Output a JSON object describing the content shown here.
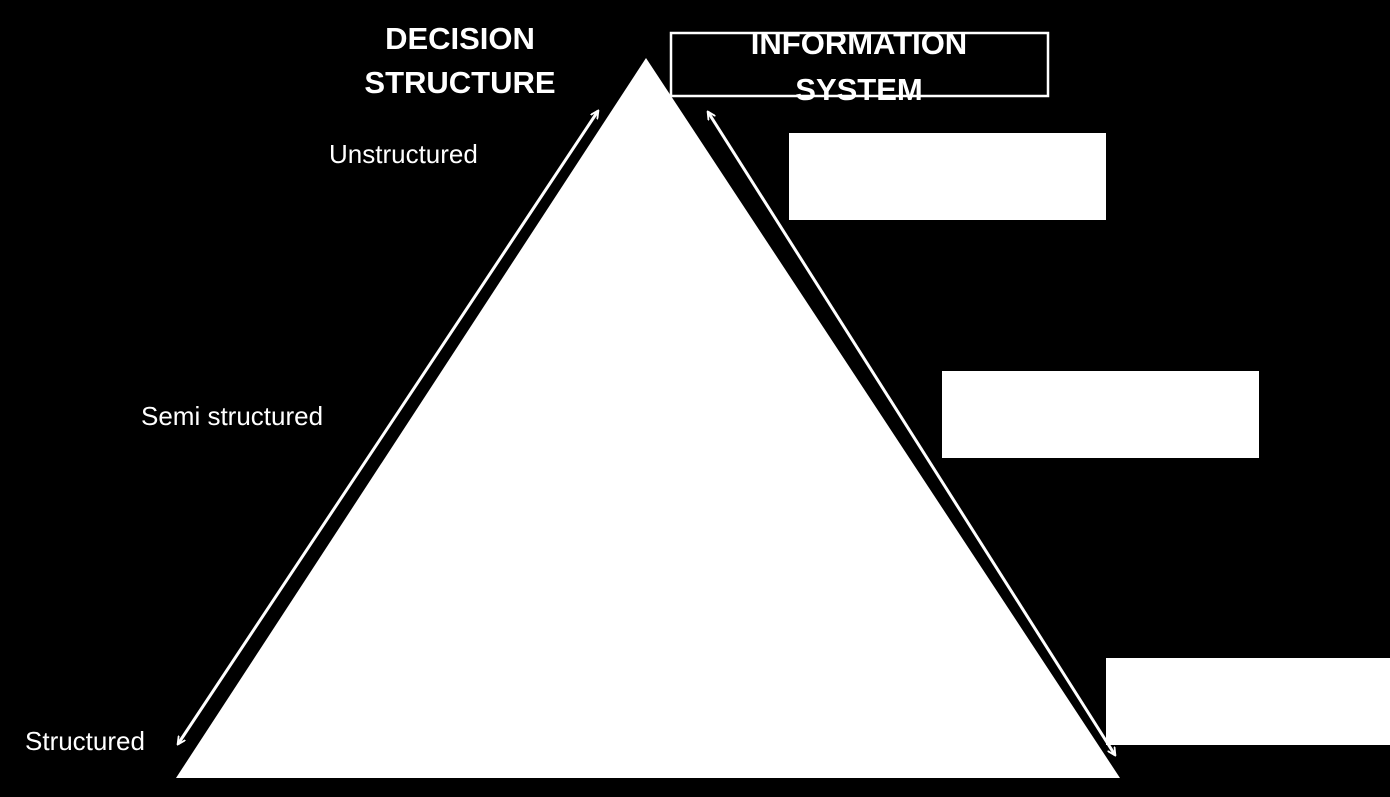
{
  "colors": {
    "background": "#000000",
    "foreground": "#ffffff"
  },
  "headers": {
    "decision_structure_line1": "DECISION",
    "decision_structure_line2": "STRUCTURE",
    "information_system_line1": "INFORMATION",
    "information_system_line2": "SYSTEM"
  },
  "levels": {
    "unstructured": "Unstructured",
    "semi_structured": "Semi structured",
    "structured": "Structured"
  },
  "info_boxes": [
    {
      "label": ""
    },
    {
      "label": ""
    },
    {
      "label": ""
    }
  ]
}
